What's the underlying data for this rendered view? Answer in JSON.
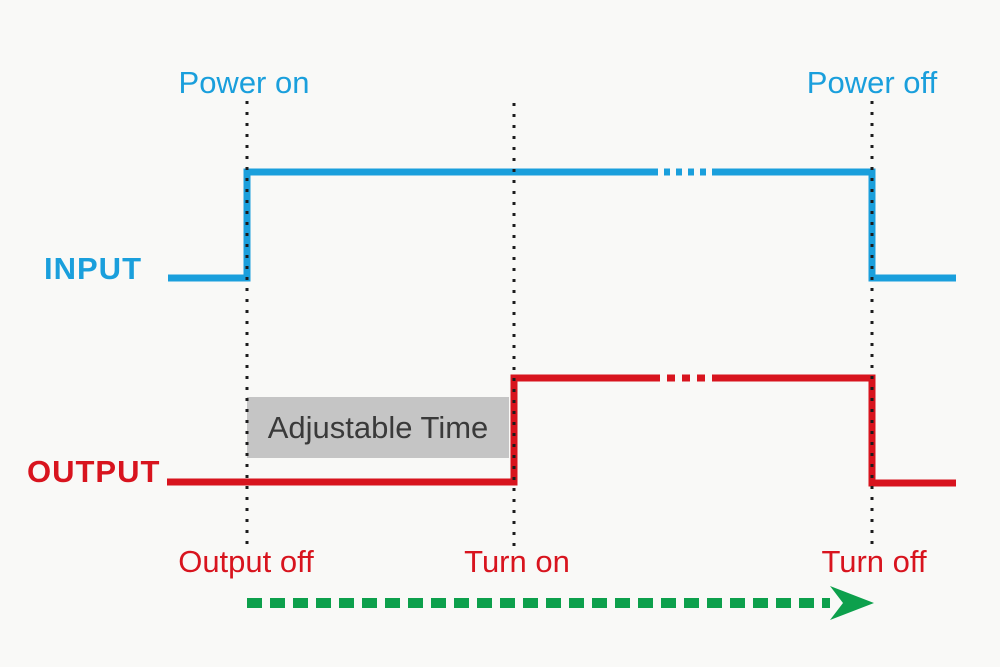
{
  "colors": {
    "background": "#f9f9f7",
    "input_blue": "#1a9fdc",
    "output_red": "#d8141e",
    "arrow_green": "#0da04c",
    "marker_black": "#1c1c1c",
    "box_gray": "#c5c5c5",
    "box_text_gray": "#3a3a3a"
  },
  "labels": {
    "power_on": "Power on",
    "power_off": "Power off",
    "input": "INPUT",
    "output": "OUTPUT",
    "adjustable_time": "Adjustable Time",
    "output_off": "Output off",
    "turn_on": "Turn on",
    "turn_off": "Turn off"
  },
  "signals": [
    {
      "name": "INPUT",
      "color": "#1a9fdc",
      "sequence": [
        "low",
        "high from Power on until Power off",
        "low"
      ]
    },
    {
      "name": "OUTPUT",
      "color": "#d8141e",
      "sequence": [
        "low (Output off) during Adjustable Time",
        "high from Turn on until Turn off",
        "low"
      ]
    }
  ],
  "timeline": {
    "direction": "left-to-right",
    "arrow_icon": "dashed-right-arrow",
    "event_markers": [
      "Power on / Output off",
      "Turn on",
      "Power off / Turn off"
    ]
  }
}
